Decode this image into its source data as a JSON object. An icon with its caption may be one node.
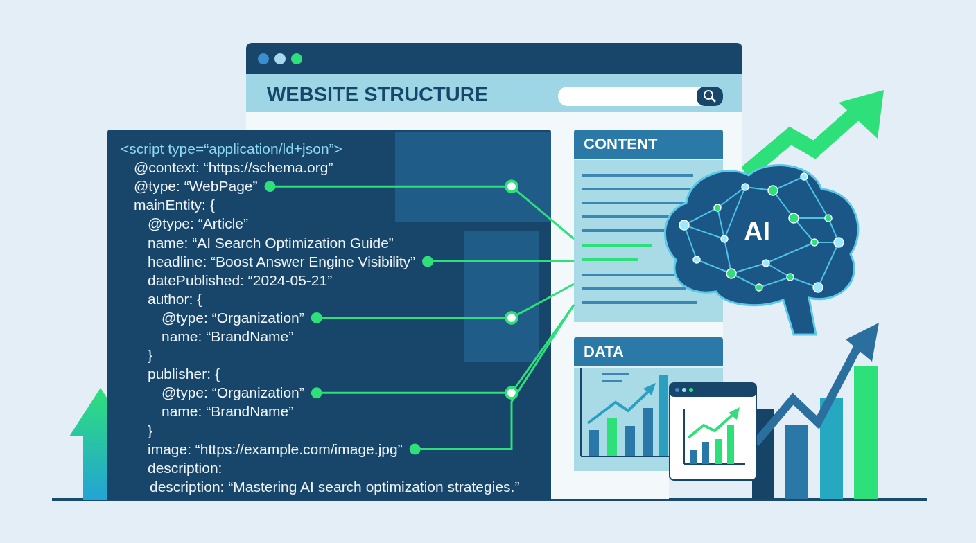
{
  "diagram": {
    "nodes": [
      {
        "text": [
          "WEBSITE STRUCTURE"
        ]
      },
      {
        "text": [
          "CONTENT"
        ],
        "in": 0
      },
      {
        "text": [
          "DATA"
        ],
        "in": 0
      },
      {
        "text": [
          "AI"
        ]
      },
      {
        "text": [
          "@type: “WebPage”"
        ]
      },
      {
        "text": [
          "headline: “Boost Answer Engine Visibility”"
        ]
      },
      {
        "text": [
          "@type: “Organization”"
        ]
      },
      {
        "text": [
          "@type: “Organization”"
        ]
      },
      {
        "text": [
          "image: “https://example.com/image.jpg”"
        ]
      }
    ],
    "edges": [
      {
        "from": 4,
        "to": 1,
        "arrow": "other"
      },
      {
        "from": 5,
        "to": 1,
        "arrow": "other"
      },
      {
        "from": 6,
        "to": 1,
        "arrow": "other"
      },
      {
        "from": 7,
        "to": 1,
        "arrow": "other"
      },
      {
        "from": 8,
        "to": 1,
        "arrow": "other"
      }
    ],
    "labels": [
      "<script type=“application/ld+json”>",
      "@context: “https://schema.org”",
      "mainEntity: {",
      "@type: “Article”",
      "name: “AI Search Optimization Guide”",
      "datePublished: “2024-05-21”",
      "author: {",
      "name: “BrandName”",
      "}",
      "publisher: {",
      "name: “BrandName”",
      "}",
      "description:",
      "description: “Mastering AI search optimization strategies.”"
    ]
  }
}
